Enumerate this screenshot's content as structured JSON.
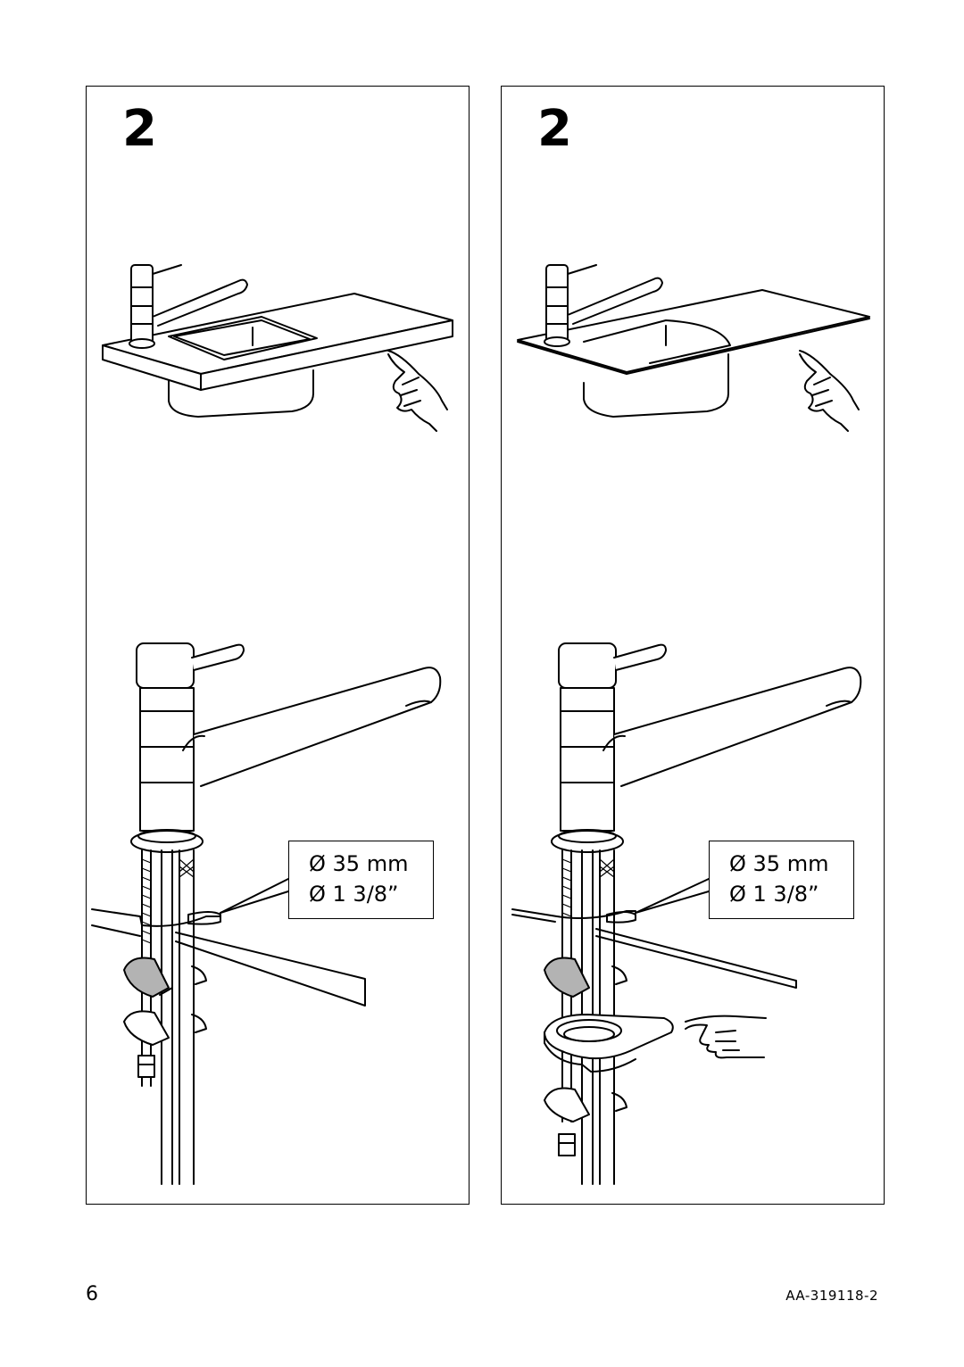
{
  "panels": [
    {
      "step": "2",
      "dimensions": [
        "Ø 35 mm",
        "Ø 1 3/8”"
      ],
      "variant": "thick-countertop"
    },
    {
      "step": "2",
      "dimensions": [
        "Ø 35 mm",
        "Ø 1 3/8”"
      ],
      "variant": "thin-countertop-with-support-plate"
    }
  ],
  "footer": {
    "page_number": "6",
    "document_code": "AA-319118-2"
  },
  "icons": [
    "faucet-illustration",
    "sink-illustration",
    "pointing-hand-icon",
    "washer-illustration",
    "nut-illustration",
    "support-plate-illustration"
  ],
  "colors": {
    "line": "#000000",
    "washer_fill": "#b3b3b3",
    "background": "#ffffff"
  }
}
